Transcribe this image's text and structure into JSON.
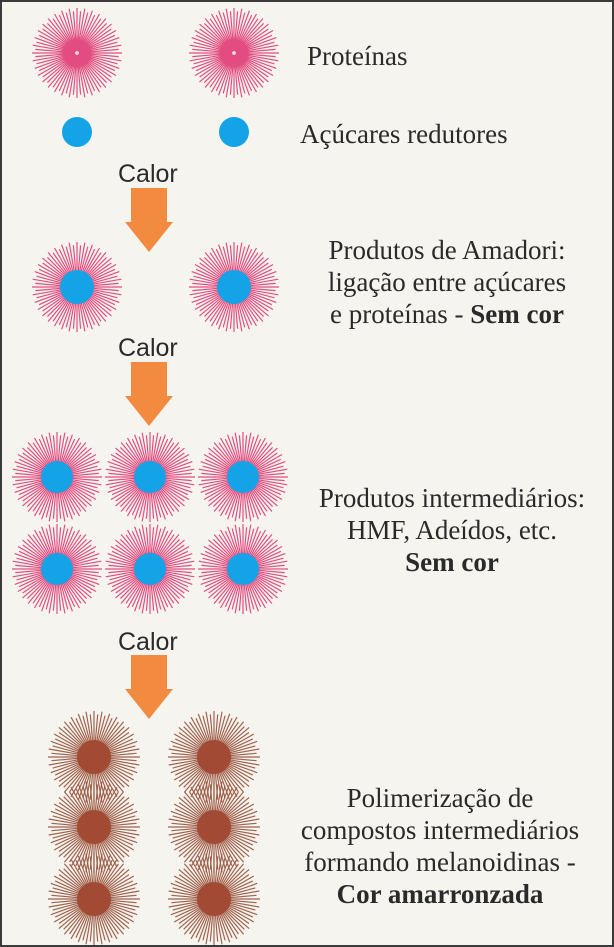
{
  "colors": {
    "protein_spike": "#e0457a",
    "protein_spike_dark": "#b0204f",
    "sugar": "#14a3e6",
    "arrow": "#f28a3f",
    "melanoidin_spike": "#9c5b45",
    "melanoidin_core": "#a34a35"
  },
  "stages": [
    {
      "line1": "Proteínas"
    },
    {
      "line1": "Açúcares redutores"
    },
    {
      "line1": "Produtos de Amadori:",
      "line2": "ligação entre açúcares",
      "line3_pre": "e proteínas - ",
      "line3_bold": "Sem cor"
    },
    {
      "line1": "Produtos intermediários:",
      "line2": "HMF, Adeídos, etc.",
      "line3_bold": "Sem cor"
    },
    {
      "line1": "Polimerização de",
      "line2": "compostos intermediários",
      "line3": "formando melanoidinas -",
      "line4_bold": "Cor amarronzada"
    }
  ],
  "arrow_label": "Calor",
  "arrows": [
    {
      "label": "Calor"
    },
    {
      "label": "Calor"
    },
    {
      "label": "Calor"
    }
  ]
}
